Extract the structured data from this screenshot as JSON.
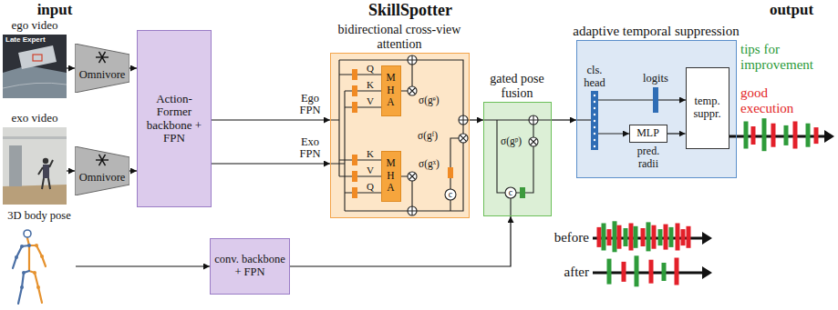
{
  "diagram": {
    "nodes": [
      {
        "text": [
          "ego video",
          "Late Expert"
        ]
      },
      {
        "text": [
          "exo video"
        ]
      },
      {
        "text": [
          "3D body pose"
        ]
      },
      {
        "text": [
          "Omnivore"
        ]
      },
      {
        "text": [
          "Omnivore"
        ]
      },
      {
        "text": [
          "Action-Former backbone + FPN"
        ]
      },
      {
        "text": [
          "conv. backbone + FPN"
        ]
      },
      {
        "text": [
          "bidirectional cross-view attention"
        ]
      },
      {
        "text": [
          "MHA"
        ],
        "in": 7
      },
      {
        "text": [
          "MHA"
        ],
        "in": 7
      },
      {
        "text": [
          "gated pose fusion"
        ]
      },
      {
        "text": [
          "adaptive temporal suppression"
        ]
      },
      {
        "text": [
          "MLP"
        ],
        "in": 11
      },
      {
        "text": [
          "temp. suppr."
        ],
        "in": 11
      }
    ],
    "edges": [
      {
        "from": 0,
        "to": 3,
        "arrow": "to"
      },
      {
        "from": 1,
        "to": 4,
        "arrow": "to"
      },
      {
        "from": 3,
        "to": 5,
        "arrow": "to"
      },
      {
        "from": 4,
        "to": 5,
        "arrow": "to"
      },
      {
        "from": 2,
        "to": 6,
        "arrow": "to"
      },
      {
        "from": 5,
        "to": 7,
        "label": "Ego FPN",
        "arrow": "to"
      },
      {
        "from": 5,
        "to": 7,
        "label": "Exo FPN",
        "arrow": "to"
      },
      {
        "from": 7,
        "to": 10,
        "arrow": "to"
      },
      {
        "from": 6,
        "to": 10,
        "arrow": "to"
      },
      {
        "from": 10,
        "to": 11,
        "arrow": "to"
      },
      {
        "from": 12,
        "to": 13,
        "arrow": "to"
      }
    ],
    "labels": [
      "input",
      "SkillSpotter",
      "output",
      "Q",
      "K",
      "V",
      "K",
      "V",
      "Q",
      "σ(gᵉ)",
      "σ(gˣ)",
      "σ(gᶠ)",
      "c",
      "σ(gᵖ)",
      "c",
      "cls. head",
      "logits",
      "pred. radii",
      "tips for improvement",
      "good execution",
      "before",
      "after"
    ]
  }
}
